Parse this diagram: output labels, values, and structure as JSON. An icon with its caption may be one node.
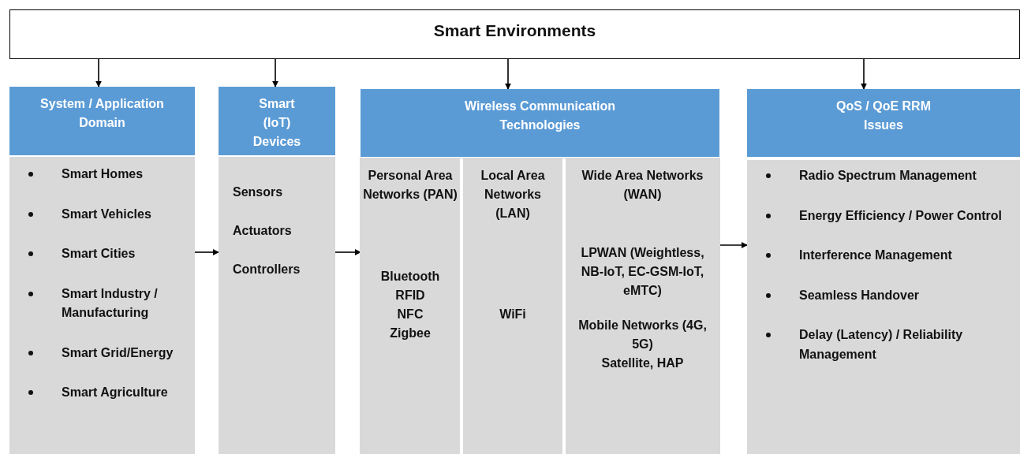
{
  "diagram": {
    "nodes": [
      {
        "text": [
          "Smart Environments"
        ]
      },
      {
        "text": [
          "System / Application Domain"
        ]
      },
      {
        "text": [
          "Smart Homes",
          "Smart Vehicles",
          "Smart Cities",
          "Smart Industry / Manufacturing",
          "Smart Grid/Energy",
          "Smart Agriculture"
        ]
      },
      {
        "text": [
          "Smart (IoT) Devices"
        ]
      },
      {
        "text": [
          "Sensors",
          "Actuators",
          "Controllers"
        ]
      },
      {
        "text": [
          "Wireless Communication Technologies"
        ]
      },
      {
        "text": [],
        "shape": "box"
      },
      {
        "text": [
          "Personal Area Networks (PAN)",
          "Bluetooth",
          "RFID",
          "NFC",
          "Zigbee"
        ],
        "in": 6
      },
      {
        "text": [
          "Local Area Networks (LAN)",
          "WiFi"
        ],
        "in": 6
      },
      {
        "text": [
          "Wide Area Networks (WAN)",
          "LPWAN (Weightless, NB-IoT, EC-GSM-IoT, eMTC)",
          "Mobile Networks (4G, 5G)",
          "Satellite, HAP"
        ],
        "in": 6
      },
      {
        "text": [
          "QoS / QoE RRM Issues"
        ]
      },
      {
        "text": [
          "Radio Spectrum Management",
          "Energy Efficiency / Power Control",
          "Interference Management",
          "Seamless Handover",
          "Delay (Latency) / Reliability Management"
        ]
      }
    ],
    "edges": [
      {
        "from": 0,
        "to": 1,
        "arrow": "to"
      },
      {
        "from": 0,
        "to": 3,
        "arrow": "to"
      },
      {
        "from": 0,
        "to": 5,
        "arrow": "to"
      },
      {
        "from": 0,
        "to": 10,
        "arrow": "to"
      },
      {
        "from": 2,
        "to": 4,
        "arrow": "to"
      },
      {
        "from": 4,
        "to": 6,
        "arrow": "to"
      },
      {
        "from": 6,
        "to": 11,
        "arrow": "to"
      }
    ]
  }
}
